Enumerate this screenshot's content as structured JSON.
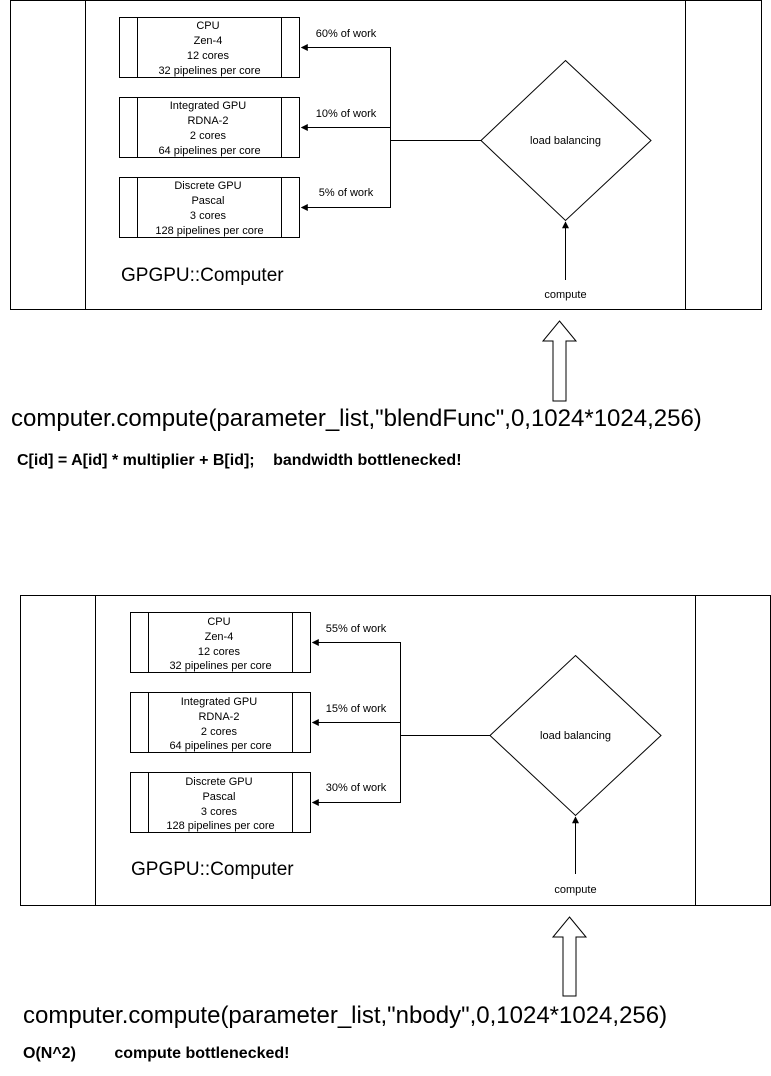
{
  "diagrams": [
    {
      "processors": [
        {
          "name": "CPU",
          "arch": "Zen-4",
          "cores": "12 cores",
          "pipelines": "32 pipelines per core",
          "work": "60% of work"
        },
        {
          "name": "Integrated GPU",
          "arch": "RDNA-2",
          "cores": "2 cores",
          "pipelines": "64 pipelines per core",
          "work": "10% of work"
        },
        {
          "name": "Discrete GPU",
          "arch": "Pascal",
          "cores": "3 cores",
          "pipelines": "128 pipelines per core",
          "work": "5% of work"
        }
      ],
      "balancer_label": "load balancing",
      "compute_label": "compute",
      "system_label": "GPGPU::Computer",
      "call": "computer.compute(parameter_list,\"blendFunc\",0,1024*1024,256)",
      "note_left": "C[id] = A[id] * multiplier + B[id];",
      "note_right": "bandwidth bottlenecked!"
    },
    {
      "processors": [
        {
          "name": "CPU",
          "arch": "Zen-4",
          "cores": "12 cores",
          "pipelines": "32 pipelines per core",
          "work": "55% of work"
        },
        {
          "name": "Integrated GPU",
          "arch": "RDNA-2",
          "cores": "2 cores",
          "pipelines": "64 pipelines per core",
          "work": "15% of work"
        },
        {
          "name": "Discrete GPU",
          "arch": "Pascal",
          "cores": "3 cores",
          "pipelines": "128 pipelines per core",
          "work": "30% of work"
        }
      ],
      "balancer_label": "load balancing",
      "compute_label": "compute",
      "system_label": "GPGPU::Computer",
      "call": "computer.compute(parameter_list,\"nbody\",0,1024*1024,256)",
      "note_left": "O(N^2)",
      "note_right": "compute bottlenecked!"
    }
  ]
}
